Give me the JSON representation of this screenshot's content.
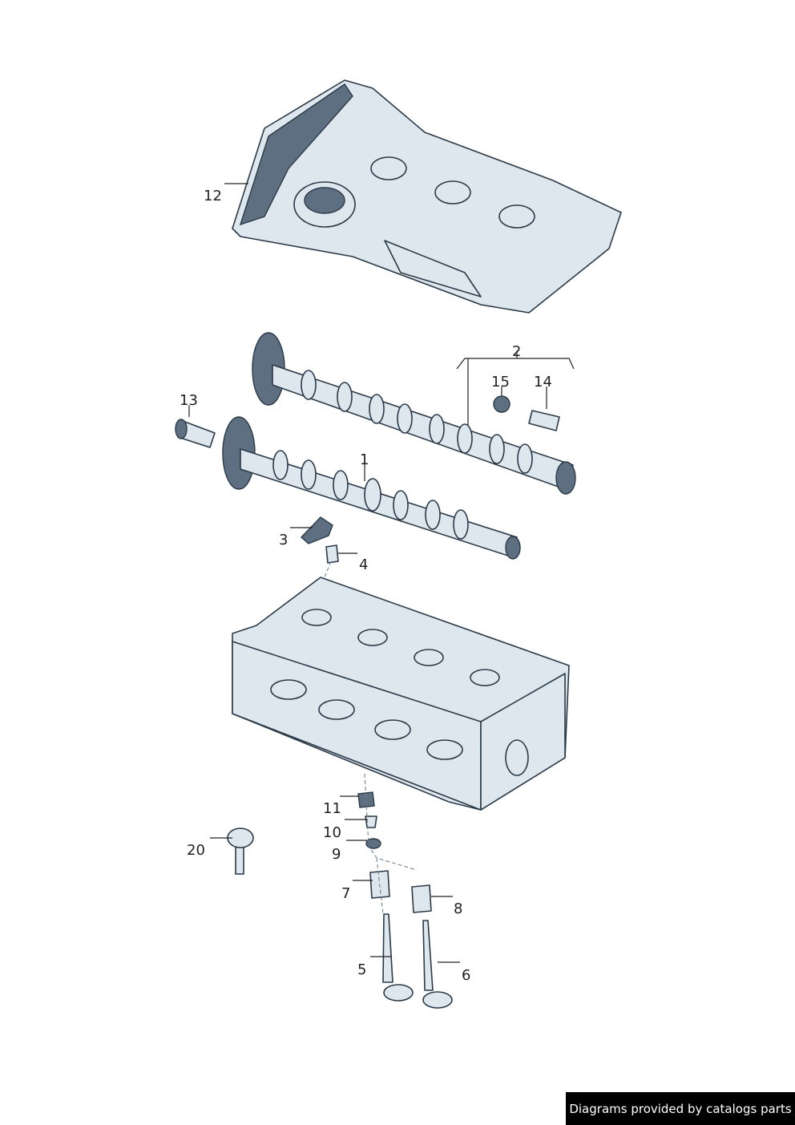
{
  "callouts": {
    "p1": "1",
    "p2": "2",
    "p3": "3",
    "p4": "4",
    "p5": "5",
    "p6": "6",
    "p7": "7",
    "p8": "8",
    "p9": "9",
    "p10": "10",
    "p11": "11",
    "p12": "12",
    "p13": "13",
    "p14": "14",
    "p15": "15",
    "p20": "20"
  },
  "footer": {
    "text": "Diagrams provided by catalogs parts"
  }
}
